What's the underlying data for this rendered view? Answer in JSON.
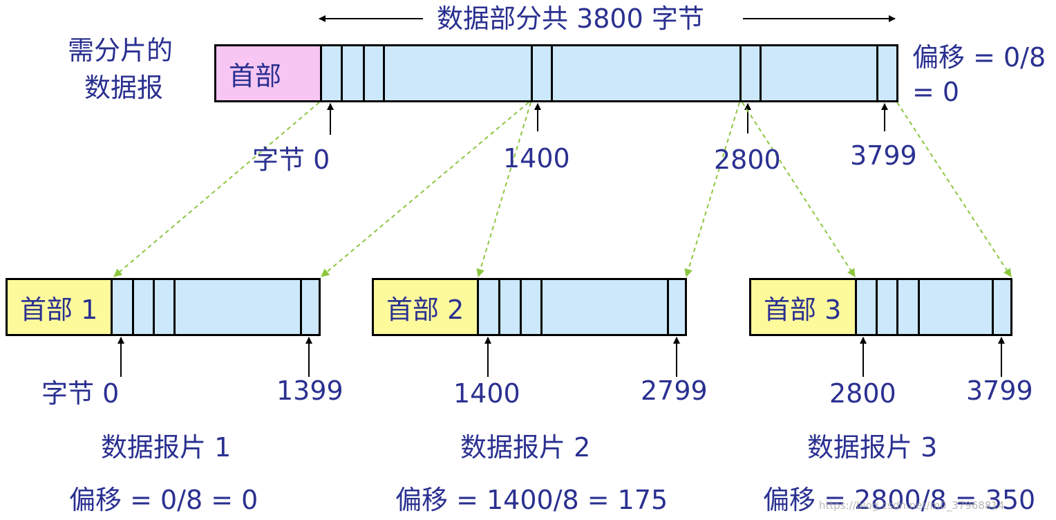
{
  "top": {
    "span_label": "数据部分共 3800 字节",
    "datagram_label_line1": "需分片的",
    "datagram_label_line2": "数据报",
    "header_label": "首部",
    "offset_line1": "偏移 = 0/8",
    "offset_line2": "= 0",
    "byte_labels": [
      "字节 0",
      "1400",
      "2800",
      "3799"
    ]
  },
  "fragments": [
    {
      "header_label": "首部 1",
      "start_label": "字节 0",
      "end_label": "1399",
      "name_label": "数据报片 1",
      "offset_label": "偏移 = 0/8 = 0"
    },
    {
      "header_label": "首部 2",
      "start_label": "1400",
      "end_label": "2799",
      "name_label": "数据报片 2",
      "offset_label": "偏移 = 1400/8 = 175"
    },
    {
      "header_label": "首部 3",
      "start_label": "2800",
      "end_label": "3799",
      "name_label": "数据报片 3",
      "offset_label": "偏移 = 2800/8 = 350"
    }
  ],
  "watermark": "https://blog.csdn.net/m0_37968814",
  "colors": {
    "text": "#2a3090",
    "data_fill": "#cce8fa",
    "top_header_fill": "#f7c6f2",
    "fragment_header_fill": "#fdfa9c",
    "connector": "#8cc63f"
  }
}
